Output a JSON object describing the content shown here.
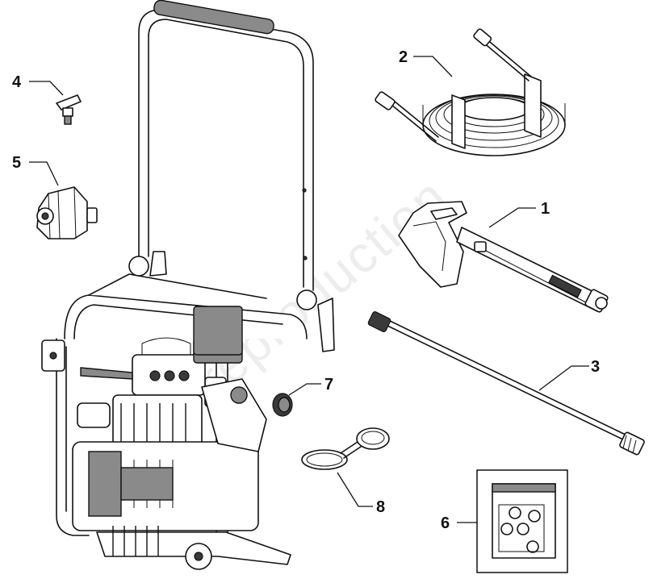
{
  "diagram": {
    "callouts": {
      "trigger_gun": "1",
      "hose": "2",
      "wand": "3",
      "nozzle_tip": "4",
      "soap_nozzle": "5",
      "bag": "6",
      "plug": "7",
      "cap": "8"
    },
    "watermark": "Not for reproduction"
  }
}
